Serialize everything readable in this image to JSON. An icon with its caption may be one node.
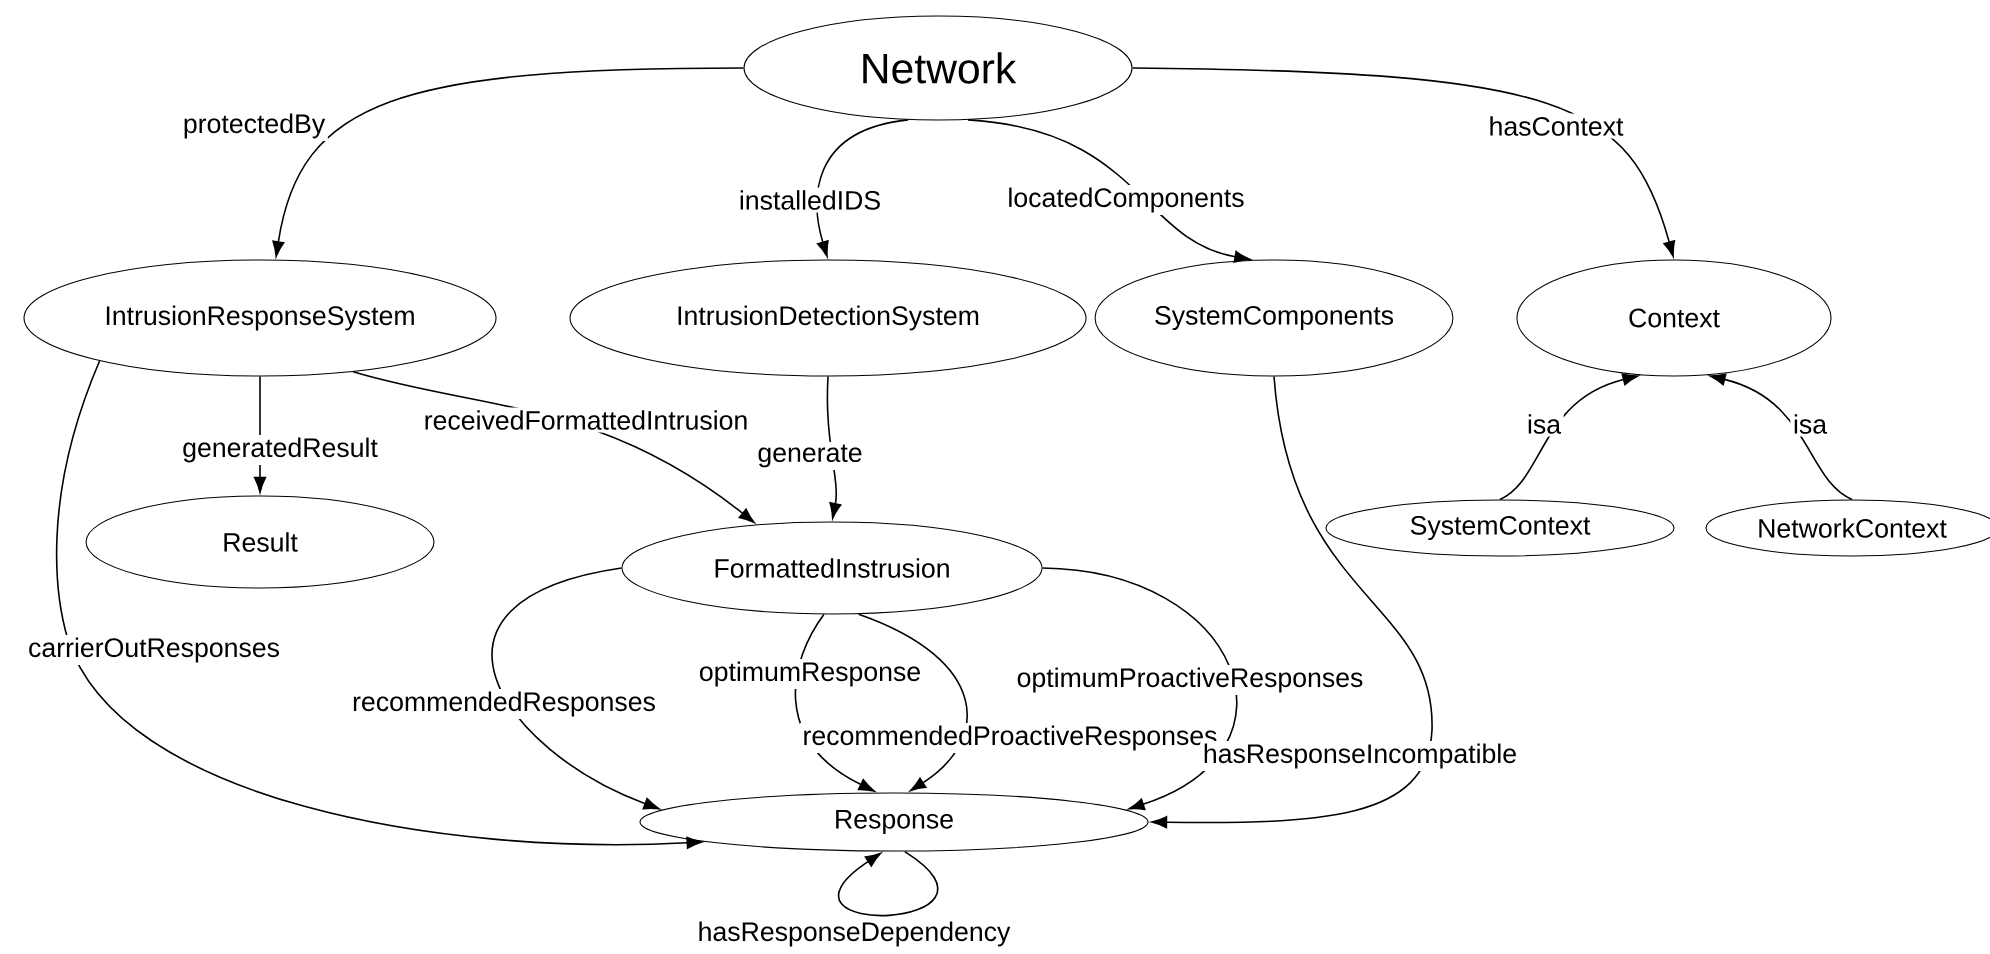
{
  "diagram": {
    "nodes": [
      {
        "text": [
          "Network"
        ]
      },
      {
        "text": [
          "IntrusionResponseSystem"
        ]
      },
      {
        "text": [
          "IntrusionDetectionSystem"
        ]
      },
      {
        "text": [
          "SystemComponents"
        ]
      },
      {
        "text": [
          "Context"
        ]
      },
      {
        "text": [
          "Result"
        ]
      },
      {
        "text": [
          "SystemContext"
        ]
      },
      {
        "text": [
          "NetworkContext"
        ]
      },
      {
        "text": [
          "FormattedInstrusion"
        ]
      },
      {
        "text": [
          "Response"
        ]
      }
    ],
    "edges": [
      {
        "from": 0,
        "to": 1,
        "arrow": "to",
        "label": "protectedBy"
      },
      {
        "from": 0,
        "to": 2,
        "arrow": "to",
        "label": "installedIDS"
      },
      {
        "from": 0,
        "to": 3,
        "arrow": "to",
        "label": "locatedComponents"
      },
      {
        "from": 0,
        "to": 4,
        "arrow": "to",
        "label": "hasContext"
      },
      {
        "from": 1,
        "to": 5,
        "arrow": "to",
        "label": "generatedResult"
      },
      {
        "from": 1,
        "to": 8,
        "arrow": "to",
        "label": "receivedFormattedIntrusion"
      },
      {
        "from": 2,
        "to": 8,
        "arrow": "to",
        "label": "generate"
      },
      {
        "from": 6,
        "to": 4,
        "arrow": "to",
        "label": "isa"
      },
      {
        "from": 7,
        "to": 4,
        "arrow": "to",
        "label": "isa"
      },
      {
        "from": 1,
        "to": 9,
        "arrow": "to",
        "label": "carrierOutResponses"
      },
      {
        "from": 8,
        "to": 9,
        "arrow": "to",
        "label": "recommendedResponses"
      },
      {
        "from": 8,
        "to": 9,
        "arrow": "to",
        "label": "optimumResponse"
      },
      {
        "from": 8,
        "to": 9,
        "arrow": "to",
        "label": "recommendedProactiveResponses"
      },
      {
        "from": 8,
        "to": 9,
        "arrow": "to",
        "label": "optimumProactiveResponses"
      },
      {
        "from": 3,
        "to": 9,
        "arrow": "to",
        "label": "hasResponseIncompatible"
      },
      {
        "from": 9,
        "to": 9,
        "arrow": "to",
        "label": "hasResponseDependency"
      }
    ]
  }
}
